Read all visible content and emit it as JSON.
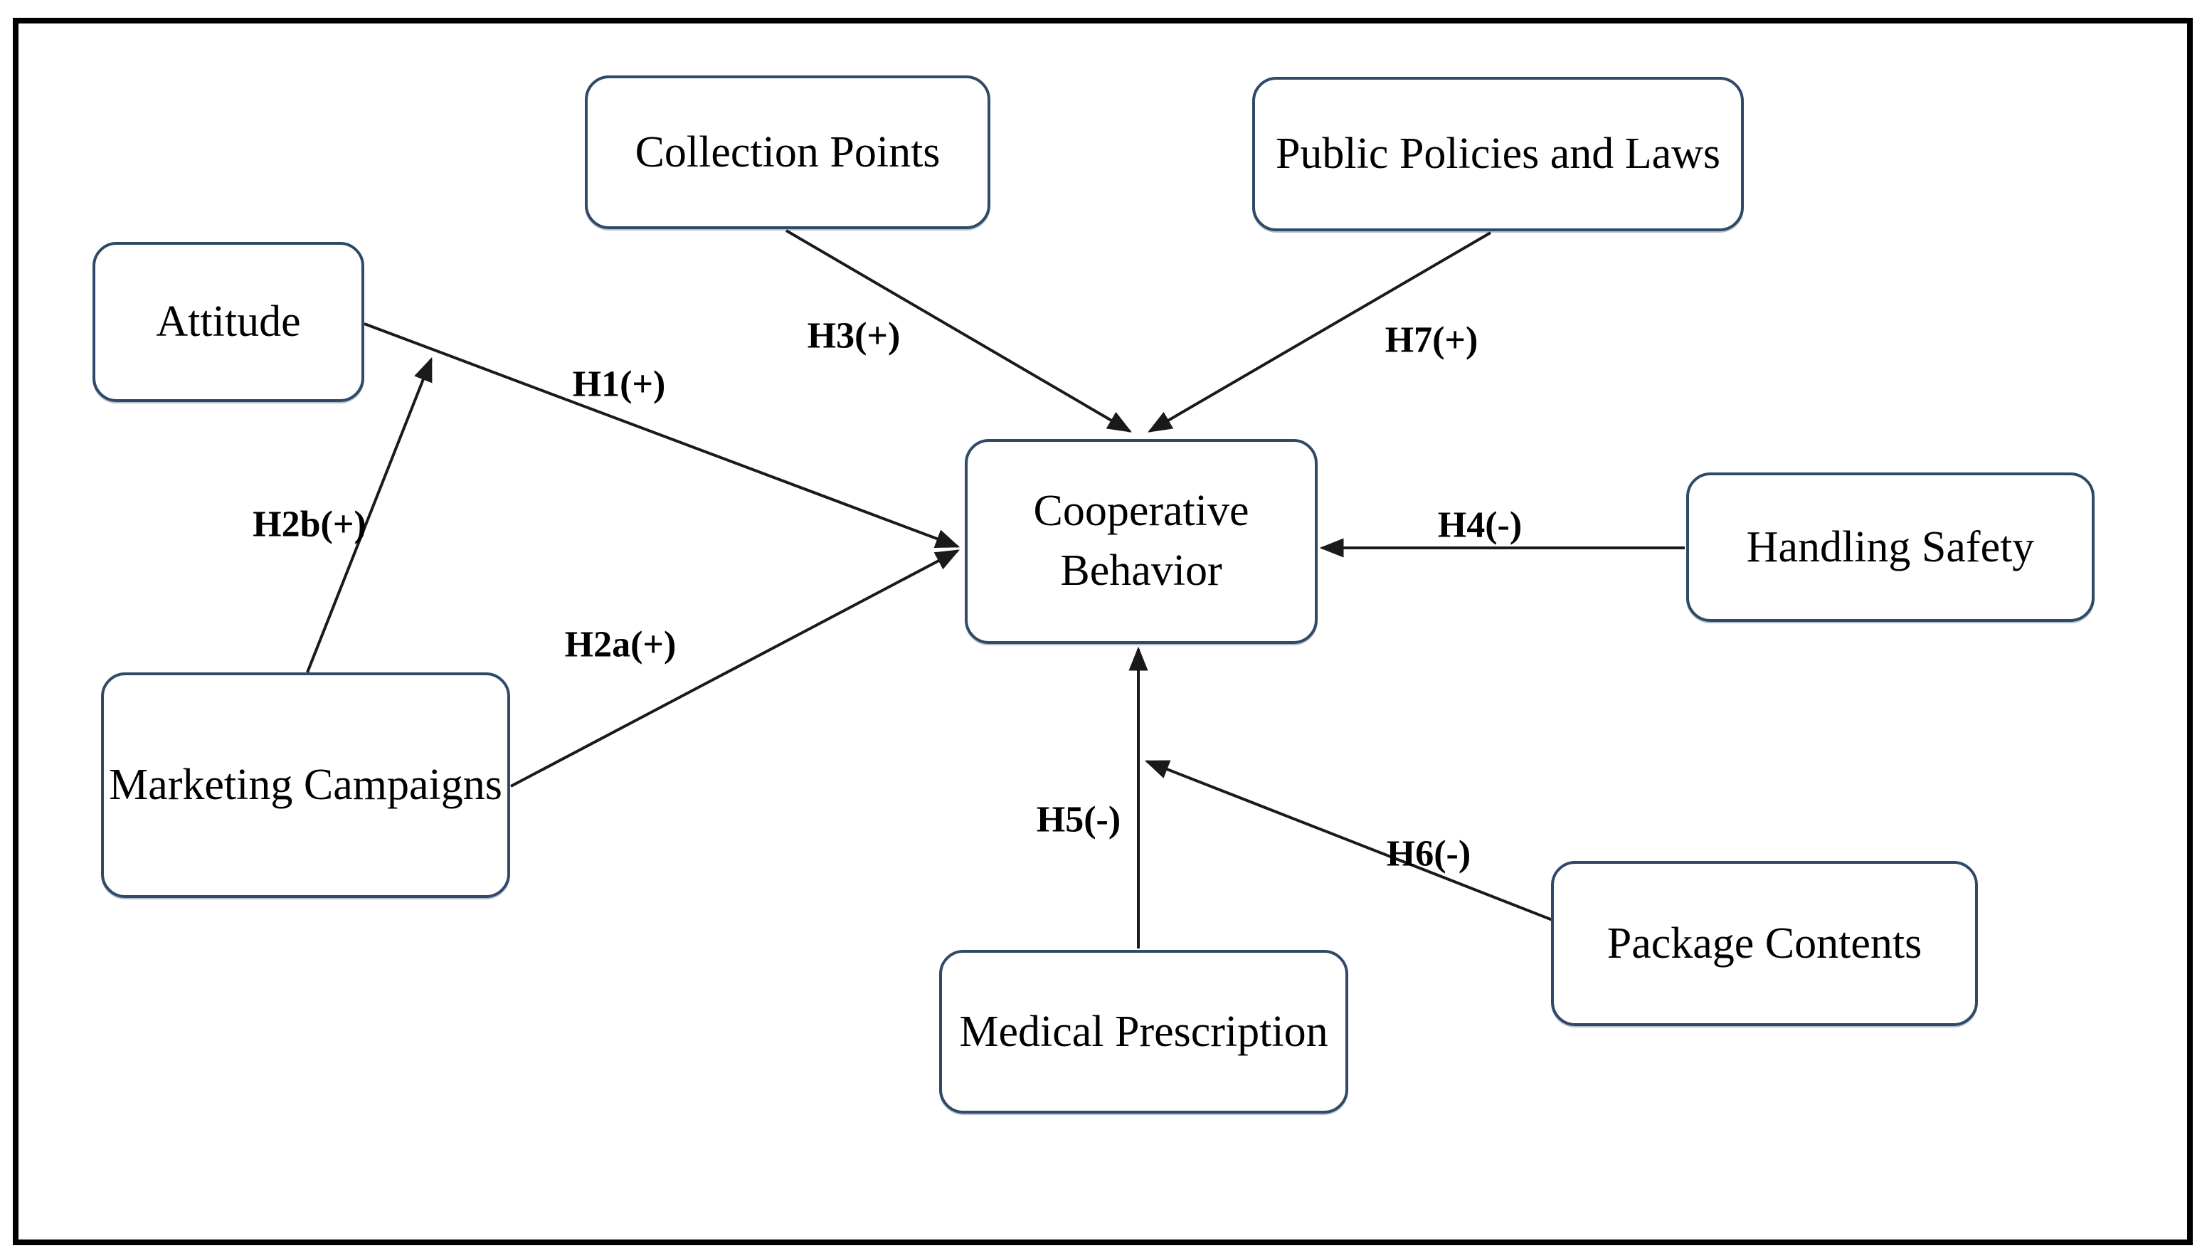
{
  "figure": {
    "type": "hypothesis-path-diagram",
    "colors": {
      "background": "#ffffff",
      "outer_frame": "#000000",
      "node_border": "#2f4968",
      "node_fill": "#ffffff",
      "text": "#000000",
      "arrow": "#1a1a1a"
    },
    "nodes": [
      {
        "id": "attitude",
        "label": "Attitude"
      },
      {
        "id": "collection-points",
        "label": "Collection Points"
      },
      {
        "id": "public-policies",
        "label": "Public Policies and Laws"
      },
      {
        "id": "cooperative-behavior",
        "label": "Cooperative Behavior"
      },
      {
        "id": "handling-safety",
        "label": "Handling Safety"
      },
      {
        "id": "marketing-campaigns",
        "label": "Marketing Campaigns"
      },
      {
        "id": "medical-prescription",
        "label": "Medical Prescription"
      },
      {
        "id": "package-contents",
        "label": "Package Contents"
      }
    ],
    "edges": [
      {
        "label": "H1(+)",
        "from": "Attitude",
        "to": "Cooperative Behavior",
        "sign": "+"
      },
      {
        "label": "H2a(+)",
        "from": "Marketing Campaigns",
        "to": "Cooperative Behavior",
        "sign": "+"
      },
      {
        "label": "H2b(+)",
        "from": "Marketing Campaigns",
        "to": "Attitude",
        "sign": "+"
      },
      {
        "label": "H3(+)",
        "from": "Collection Points",
        "to": "Cooperative Behavior",
        "sign": "+"
      },
      {
        "label": "H4(-)",
        "from": "Handling Safety",
        "to": "Cooperative Behavior",
        "sign": "-"
      },
      {
        "label": "H5(-)",
        "from": "Medical Prescription",
        "to": "Cooperative Behavior",
        "sign": "-"
      },
      {
        "label": "H6(-)",
        "from": "Package Contents",
        "to": "Cooperative Behavior",
        "sign": "-"
      },
      {
        "label": "H7(+)",
        "from": "Public Policies and Laws",
        "to": "Cooperative Behavior",
        "sign": "+"
      }
    ]
  }
}
